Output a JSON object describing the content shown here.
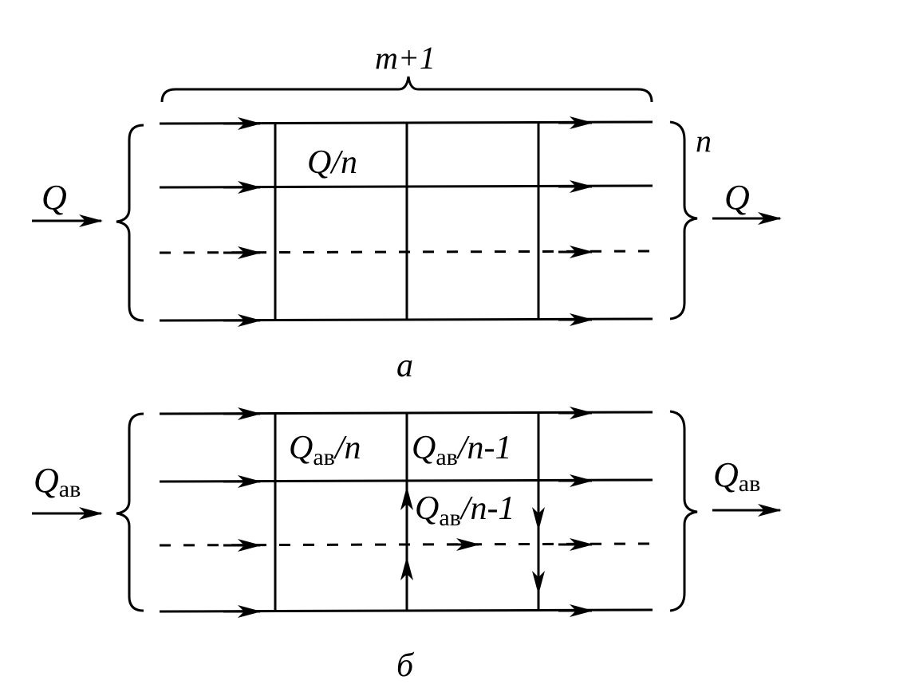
{
  "figure": {
    "description": "Flow distribution schematic: n parallel streams through m+1 sections, normal (a) and emergency (б) regime",
    "colors": {
      "ink": "#000000",
      "background": "#ffffff"
    }
  },
  "panel_a": {
    "caption": "a",
    "inflow_label": "Q",
    "outflow_label": "Q",
    "top_brace_label": "m+1",
    "right_brace_label": "n",
    "cell_label": {
      "main": "Q",
      "tail": "/n"
    },
    "stream_count_shown": 4,
    "dashed_stream_index": 2
  },
  "panel_b": {
    "caption": "б",
    "inflow_label": {
      "main": "Q",
      "sub": "ав"
    },
    "outflow_label": {
      "main": "Q",
      "sub": "ав"
    },
    "cell_label_1": {
      "main": "Q",
      "sub": "ав",
      "tail": "/n"
    },
    "cell_label_2": {
      "main": "Q",
      "sub": "ав",
      "tail": "/n-1"
    },
    "cell_label_3": {
      "main": "Q",
      "sub": "ав",
      "tail": "/n-1"
    },
    "stream_count_shown": 4,
    "dashed_stream_index": 2,
    "crossflow": {
      "column_2": "up",
      "column_3": "down"
    }
  }
}
